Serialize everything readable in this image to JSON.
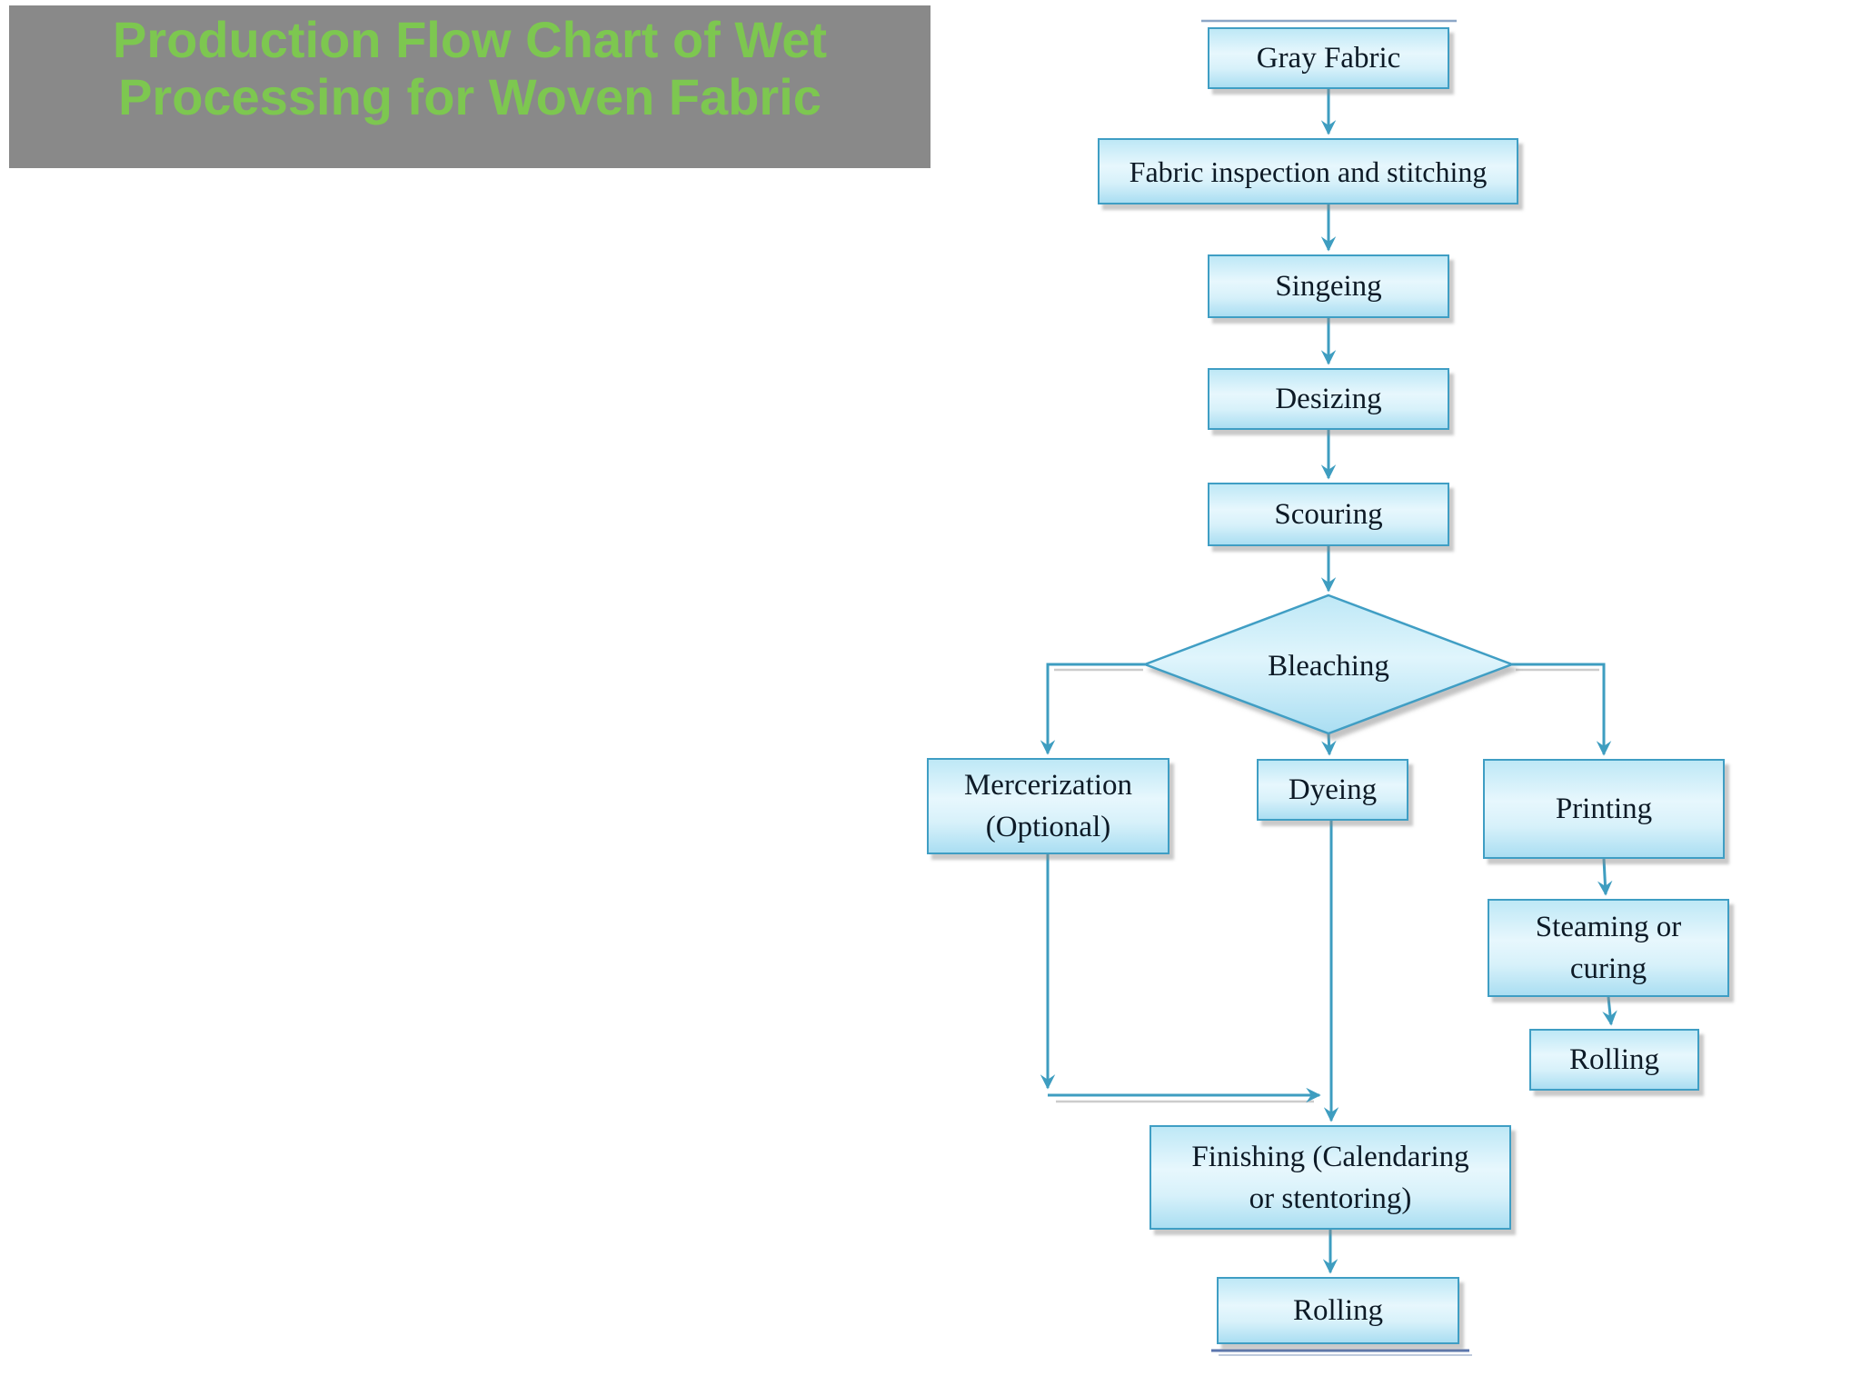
{
  "title": {
    "line1": "Production Flow Chart of Wet",
    "line2": "Processing for Woven Fabric"
  },
  "colors": {
    "banner_bg": "#898989",
    "title_green": "#7dc750",
    "box_border": "#3f9ec4",
    "box_fill_top": "#bee8f6",
    "box_fill_bottom": "#aadef2",
    "arrow": "#3e9dc0",
    "node_text": "#0d1a26",
    "top_rule": "#8ca6c6",
    "bottom_rule": "#5b76ae"
  },
  "nodes": {
    "gray_fabric": {
      "lines": [
        "Gray Fabric"
      ]
    },
    "inspection": {
      "lines": [
        "Fabric inspection and stitching"
      ]
    },
    "singeing": {
      "lines": [
        "Singeing"
      ]
    },
    "desizing": {
      "lines": [
        "Desizing"
      ]
    },
    "scouring": {
      "lines": [
        "Scouring"
      ]
    },
    "bleaching": {
      "lines": [
        "Bleaching"
      ]
    },
    "mercerization": {
      "lines": [
        "Mercerization",
        "(Optional)"
      ]
    },
    "dyeing": {
      "lines": [
        "Dyeing"
      ]
    },
    "printing": {
      "lines": [
        "Printing"
      ]
    },
    "steaming": {
      "lines": [
        "Steaming or",
        "curing"
      ]
    },
    "rolling_print": {
      "lines": [
        "Rolling"
      ]
    },
    "finishing": {
      "lines": [
        "Finishing (Calendaring",
        "or stentoring)"
      ]
    },
    "rolling_final": {
      "lines": [
        "Rolling"
      ]
    }
  }
}
